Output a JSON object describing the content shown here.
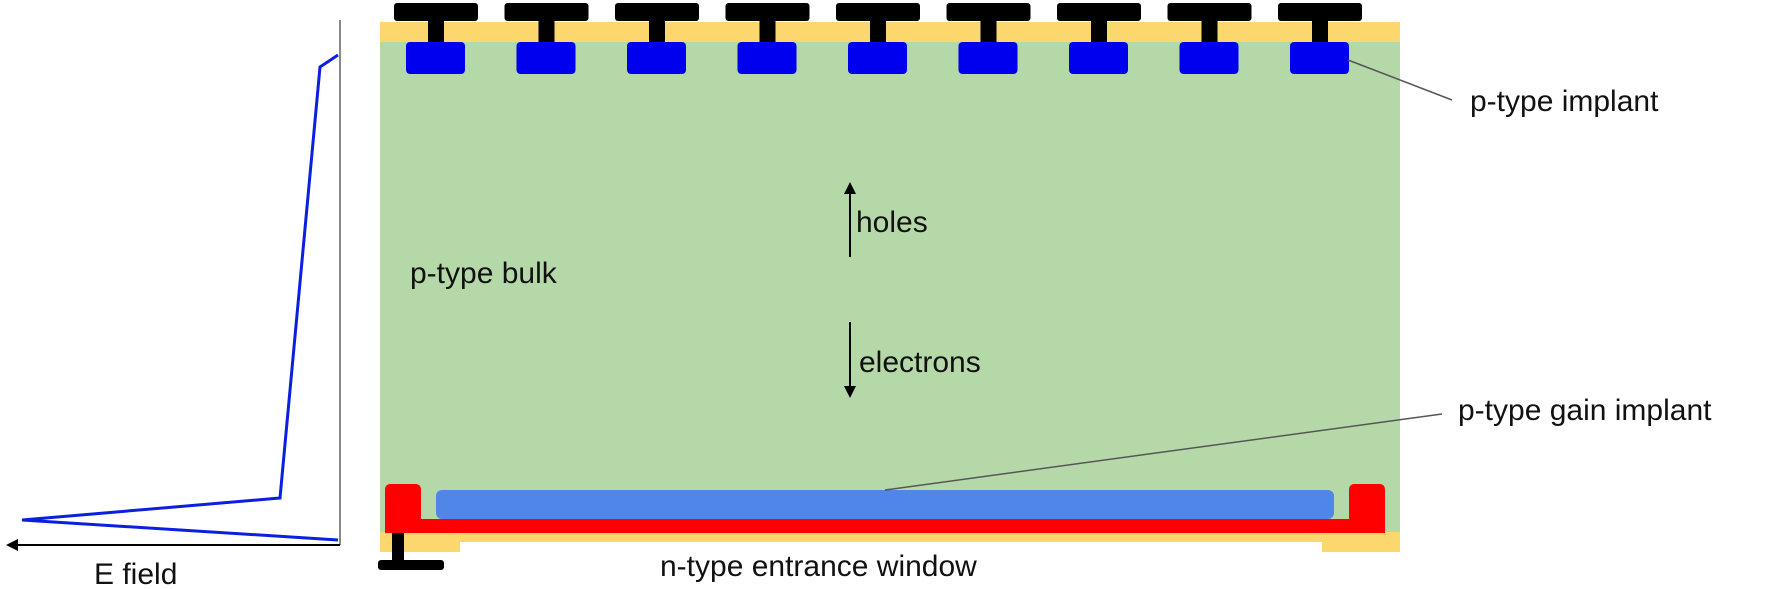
{
  "labels": {
    "p_type_implant": "p-type implant",
    "holes": "holes",
    "p_type_bulk": "p-type bulk",
    "electrons": "electrons",
    "p_type_gain_implant": "p-type gain implant",
    "n_type_entrance_window": "n-type entrance window",
    "e_field": "E field"
  },
  "strip_count": 9,
  "colors": {
    "bulk": "#b5d8a8",
    "oxide": "#fbd76e",
    "metal": "#000000",
    "p_implant": "#0000ee",
    "gain_implant": "#4f86e8",
    "n_window": "#ff0000",
    "e_field_curve": "#0b1fe0",
    "leader_line": "#555555"
  }
}
